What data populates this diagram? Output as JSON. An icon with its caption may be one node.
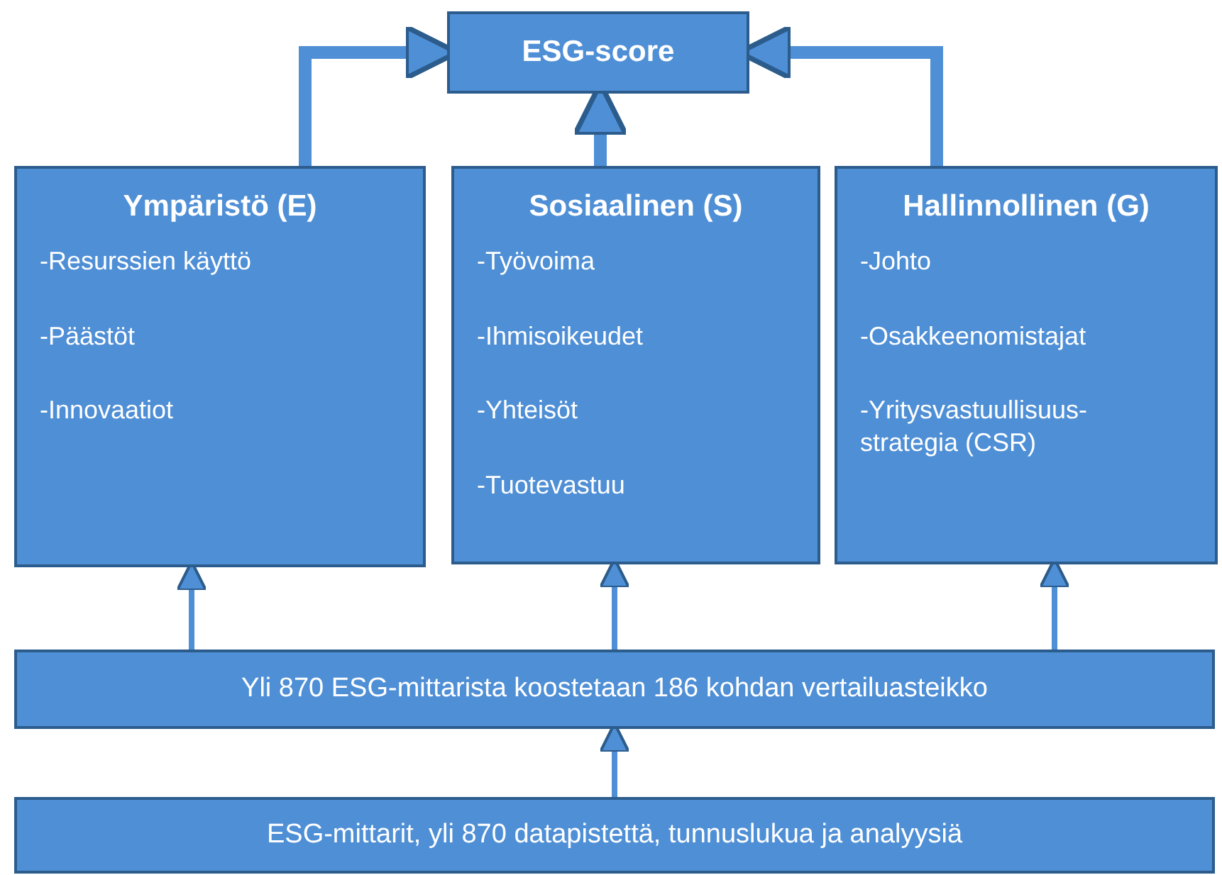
{
  "diagram": {
    "nodes": [
      {
        "text": [
          "ESG-score"
        ]
      },
      {
        "text": [
          "Ympäristö (E)",
          "-Resurssien käyttö",
          "-Päästöt",
          "-Innovaatiot"
        ]
      },
      {
        "text": [
          "Sosiaalinen (S)",
          "-Työvoima",
          "-Ihmisoikeudet",
          "-Yhteisöt",
          "-Tuotevastuu"
        ]
      },
      {
        "text": [
          "Hallinnollinen (G)",
          "-Johto",
          "-Osakkeenomistajat",
          "-Yritysvastuullisuus-strategia (CSR)"
        ]
      },
      {
        "text": [
          "Yli 870 ESG-mittarista koostetaan 186 kohdan vertailuasteikko"
        ]
      },
      {
        "text": [
          "ESG-mittarit, yli 870 datapistettä, tunnuslukua ja analyysiä"
        ]
      }
    ],
    "edges": [
      {
        "from": 1,
        "to": 0,
        "arrow": "to",
        "style": "thick"
      },
      {
        "from": 2,
        "to": 0,
        "arrow": "to",
        "style": "thick"
      },
      {
        "from": 3,
        "to": 0,
        "arrow": "to",
        "style": "thick"
      },
      {
        "from": 4,
        "to": 1,
        "arrow": "to"
      },
      {
        "from": 4,
        "to": 2,
        "arrow": "to"
      },
      {
        "from": 4,
        "to": 3,
        "arrow": "to"
      },
      {
        "from": 5,
        "to": 4,
        "arrow": "to"
      }
    ]
  }
}
